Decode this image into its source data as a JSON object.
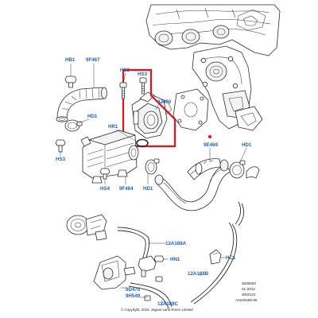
{
  "diagram": {
    "callouts": {
      "hb1": "HB1",
      "c9f467": "9F467",
      "hs2": "HS2",
      "hs3": "HS3",
      "c9j460": "9J460",
      "hd1_left": "HD1",
      "hr1": "HR1",
      "c9e469": "9E469",
      "hd1_right": "HD1",
      "hs3_lower": "HS3",
      "hs4": "HS4",
      "c9f464": "9F464",
      "hd1_bottom": "HD1",
      "c12a188a": "12A188A",
      "hn1": "HN1",
      "hc1": "HC1",
      "c12a188b": "12A188B",
      "c9d475": "9D475",
      "c9h549": "9H549",
      "c12a188c": "12A188C"
    },
    "reference": {
      "line1": "3030820",
      "line2": "01-2012",
      "line3": "300CUX",
      "line4": "A0100455-05"
    },
    "copyright": "© Copyright, 2016. Jaguar Land Rover Limited",
    "colors": {
      "callout": "#1f5fbf",
      "highlight": "#e8101a",
      "marker": "#e8101a",
      "line": "#2b2b2b"
    }
  }
}
